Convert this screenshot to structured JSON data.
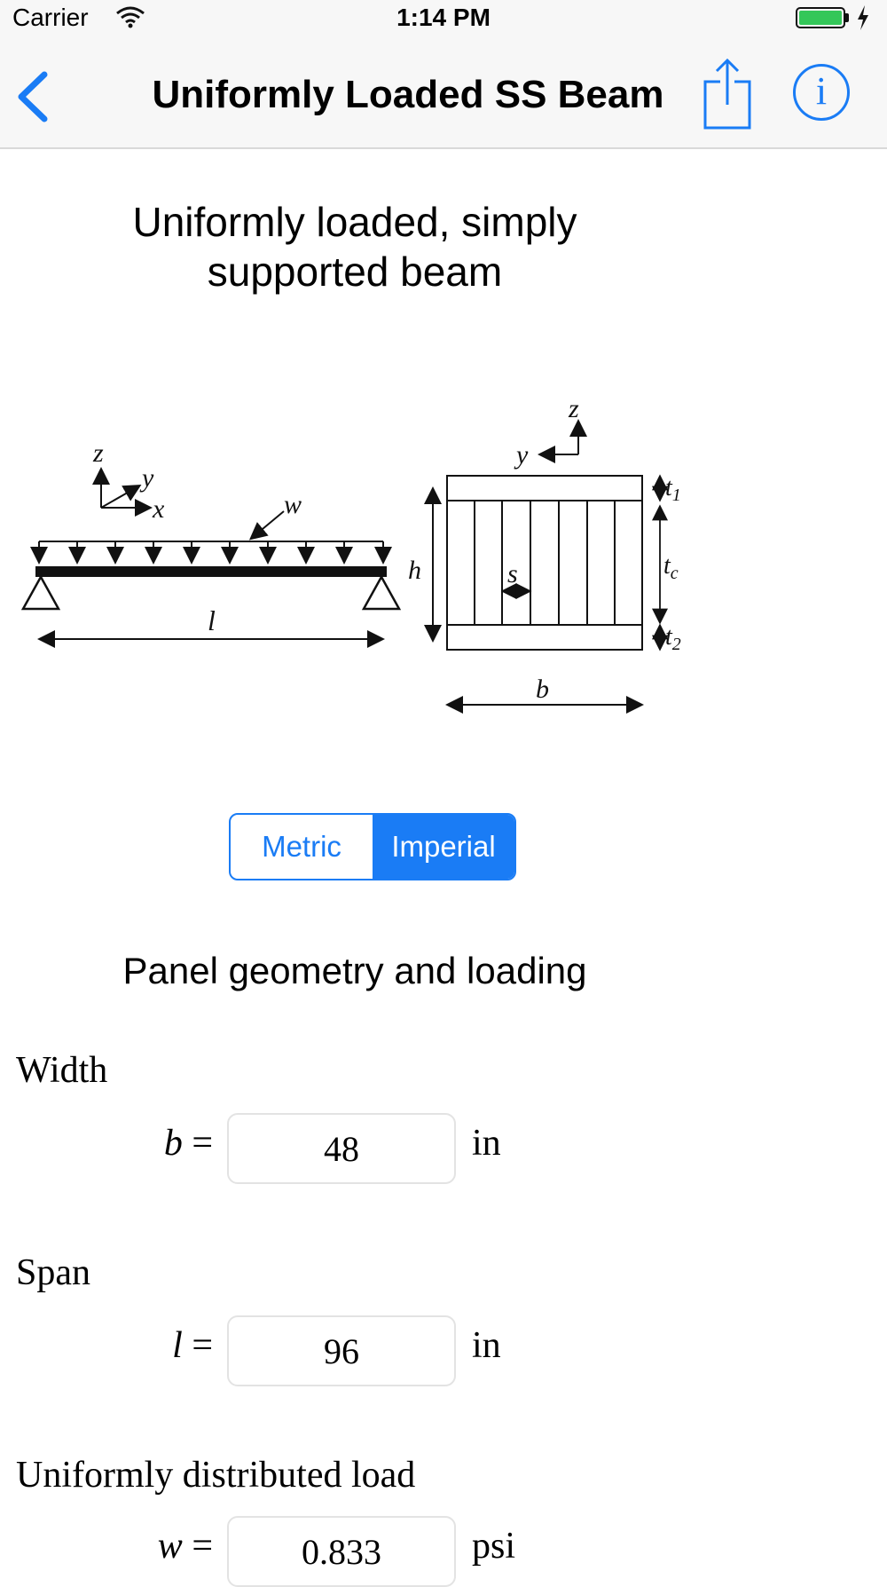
{
  "status_bar": {
    "carrier": "Carrier",
    "time": "1:14 PM"
  },
  "nav": {
    "title": "Uniformly Loaded SS Beam"
  },
  "heading": {
    "line1": "Uniformly loaded, simply",
    "line2": "supported beam"
  },
  "diagram": {
    "labels": {
      "z": "z",
      "y": "y",
      "x": "x",
      "w": "w",
      "l": "l",
      "h": "h",
      "s": "s",
      "t1": "t",
      "t1_sub": "1",
      "tc": "t",
      "tc_sub": "c",
      "t2": "t",
      "t2_sub": "2",
      "b": "b"
    }
  },
  "units_toggle": {
    "options": [
      "Metric",
      "Imperial"
    ],
    "selected": "Imperial"
  },
  "section": {
    "title": "Panel geometry and loading"
  },
  "fields": [
    {
      "label": "Width",
      "symbol": "b",
      "value": "48",
      "unit": "in"
    },
    {
      "label": "Span",
      "symbol": "l",
      "value": "96",
      "unit": "in"
    },
    {
      "label": "Uniformly distributed load",
      "symbol": "w",
      "value": "0.833",
      "unit": "psi"
    }
  ],
  "colors": {
    "accent": "#1a7cf5",
    "battery": "#34c759",
    "nav_bg": "#f7f7f7"
  }
}
